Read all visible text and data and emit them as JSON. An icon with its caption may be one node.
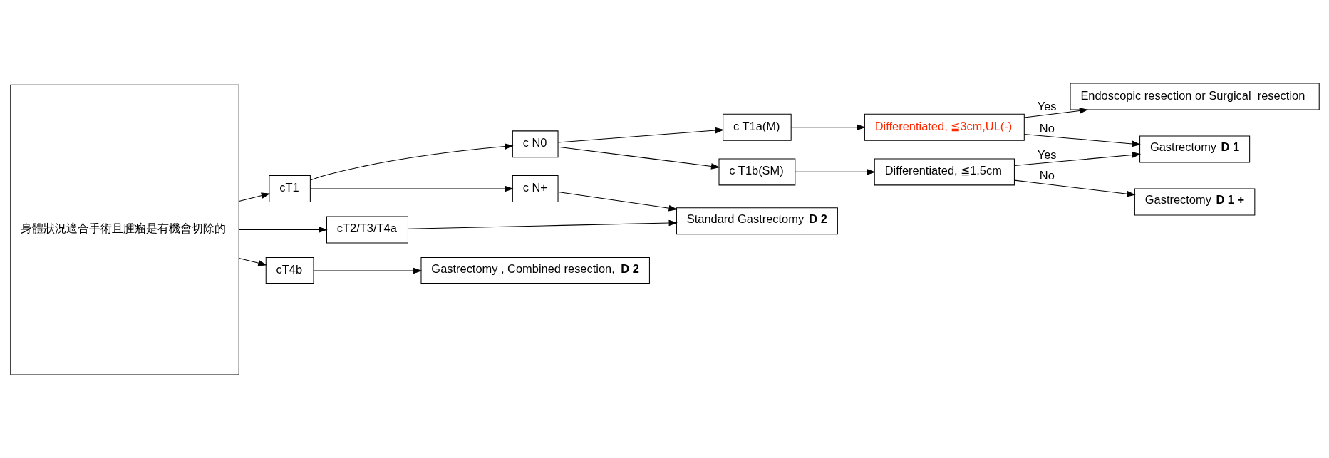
{
  "diagram": {
    "nodes": [
      {
        "text": [
          "身體狀況適合手術且腫瘤是有機會切除的"
        ]
      },
      {
        "text": [
          "cT1"
        ]
      },
      {
        "text": [
          "c N0"
        ]
      },
      {
        "text": [
          "c T1a(M)"
        ]
      },
      {
        "text": [
          "Differentiated, ≦3cm,UL(-)"
        ]
      },
      {
        "text": [
          "Endoscopic resection or Surgical  resection"
        ]
      },
      {
        "text": [
          "Gastrectomy **D 1**"
        ]
      },
      {
        "text": [
          "c T1b(SM)"
        ]
      },
      {
        "text": [
          "Differentiated, ≦1.5cm"
        ]
      },
      {
        "text": [
          "Gastrectomy **D 1 +**"
        ]
      },
      {
        "text": [
          "c N+"
        ]
      },
      {
        "text": [
          "Standard Gastrectomy **D 2**"
        ]
      },
      {
        "text": [
          "cT2/T3/T4a"
        ]
      },
      {
        "text": [
          "cT4b"
        ]
      },
      {
        "text": [
          "Gastrectomy , Combined resection, **D 2**"
        ]
      }
    ],
    "edges": [
      {
        "from": 0,
        "to": 1,
        "arrow": "to"
      },
      {
        "from": 1,
        "to": 2,
        "arrow": "to"
      },
      {
        "from": 2,
        "to": 3,
        "arrow": "to"
      },
      {
        "from": 3,
        "to": 4,
        "arrow": "to"
      },
      {
        "from": 4,
        "to": 5,
        "arrow": "to",
        "label": "Yes"
      },
      {
        "from": 4,
        "to": 6,
        "arrow": "to",
        "label": "No"
      },
      {
        "from": 2,
        "to": 7,
        "arrow": "to"
      },
      {
        "from": 7,
        "to": 8,
        "arrow": "to"
      },
      {
        "from": 8,
        "to": 6,
        "arrow": "to",
        "label": "Yes"
      },
      {
        "from": 8,
        "to": 9,
        "arrow": "to",
        "label": "No"
      },
      {
        "from": 1,
        "to": 10,
        "arrow": "to"
      },
      {
        "from": 10,
        "to": 11,
        "arrow": "to"
      },
      {
        "from": 0,
        "to": 12,
        "arrow": "to"
      },
      {
        "from": 12,
        "to": 11,
        "arrow": "to"
      },
      {
        "from": 0,
        "to": 13,
        "arrow": "to"
      },
      {
        "from": 13,
        "to": 14,
        "arrow": "to"
      }
    ]
  }
}
